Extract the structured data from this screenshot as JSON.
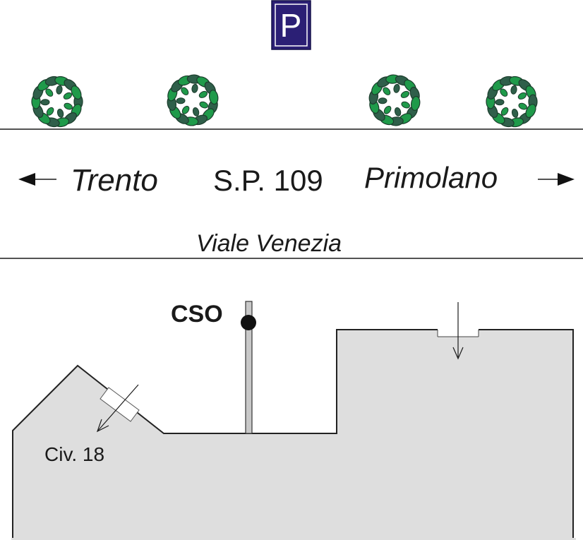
{
  "parking": {
    "letter": "P",
    "color_bg": "#2b1f75",
    "color_fg": "#ffffff"
  },
  "road": {
    "left_destination": "Trento",
    "route_number": "S.P. 109",
    "right_destination": "Primolano",
    "street_name": "Viale Venezia",
    "left_arrow_icon": "arrow-left-icon",
    "right_arrow_icon": "arrow-right-icon"
  },
  "trees": {
    "count": 4,
    "icon": "tree-icon",
    "leaf_dark": "#2f5f4a",
    "leaf_light": "#1f9a4a",
    "outline": "#1b3d2c"
  },
  "plan": {
    "cso_label": "CSO",
    "house_number_label": "Civ. 18",
    "fill_color": "#dedede",
    "outline_color": "#222222"
  }
}
